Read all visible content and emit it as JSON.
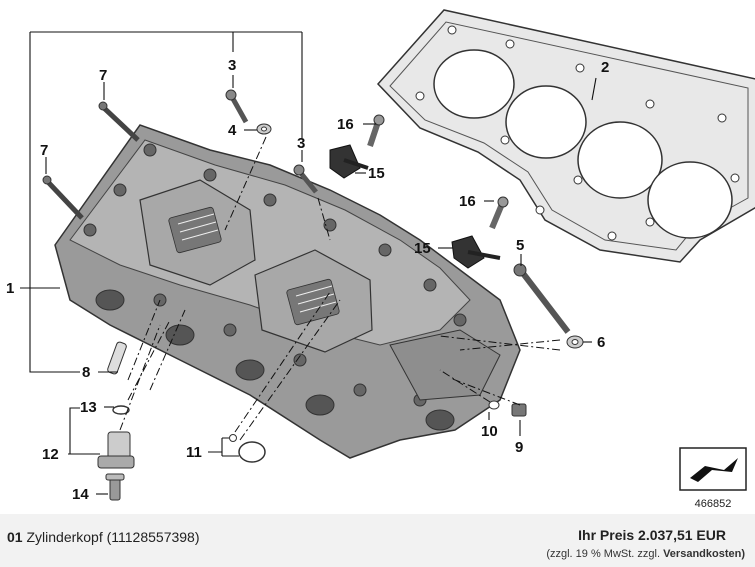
{
  "diagram": {
    "callouts": [
      "1",
      "2",
      "3",
      "3",
      "4",
      "5",
      "6",
      "7",
      "7",
      "8",
      "9",
      "10",
      "11",
      "12",
      "13",
      "14",
      "15",
      "15",
      "16",
      "16"
    ],
    "image_number": "466852"
  },
  "footer": {
    "item_number": "01",
    "part_name": "Zylinderkopf (11128557398)",
    "price_label": "Ihr Preis",
    "price_value": "2.037,51 EUR",
    "tax_note": "(zzgl. 19 % MwSt. zzgl.",
    "shipping_link": "Versandkosten)"
  }
}
